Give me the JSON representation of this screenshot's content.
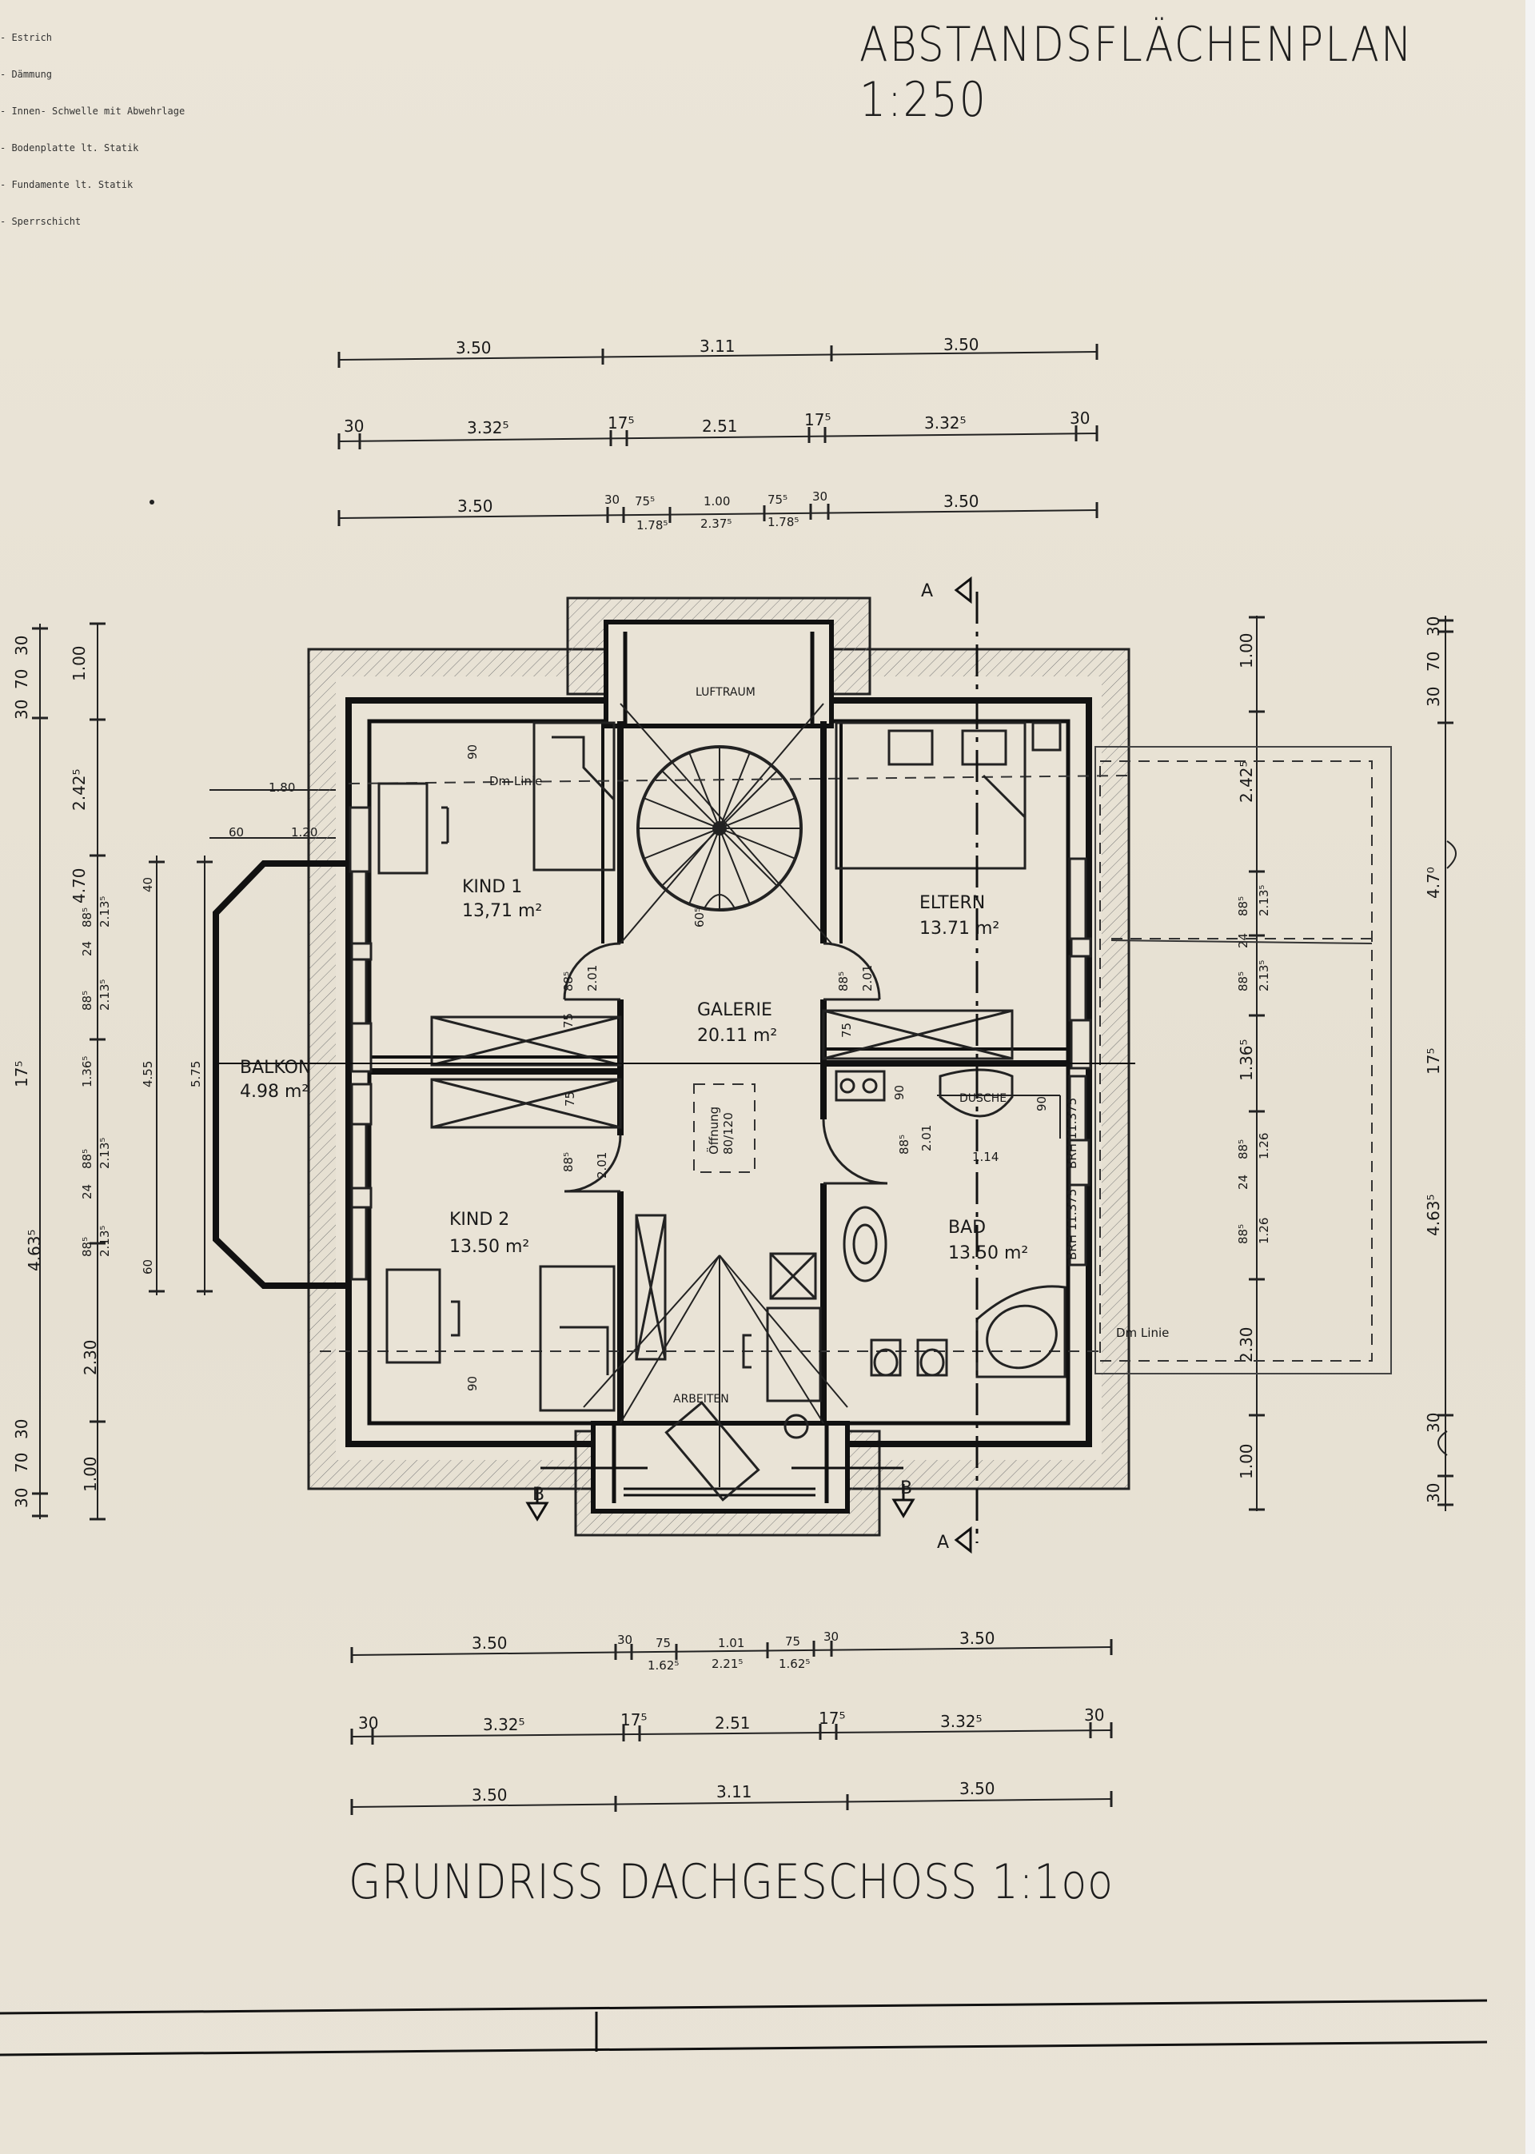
{
  "titles": {
    "top": "ABSTANDSFLÄCHENPLAN 1:250",
    "bottom": "GRUNDRISS DACHGESCHOSS 1:1oo"
  },
  "legend": [
    "- Estrich",
    "- Dämmung",
    "- Innen- Schwelle mit Abwehrlage",
    "- Bodenplatte lt. Statik",
    "- Fundamente lt. Statik",
    "- Sperrschicht"
  ],
  "rooms": {
    "kind1": {
      "name": "KIND 1",
      "area": "13,71 m²"
    },
    "kind2": {
      "name": "KIND 2",
      "area": "13.50 m²"
    },
    "eltern": {
      "name": "ELTERN",
      "area": "13.71 m²"
    },
    "bad": {
      "name": "BAD",
      "area": "13.50 m²"
    },
    "galerie": {
      "name": "GALERIE",
      "area": "20.11 m²"
    },
    "balkon": {
      "name": "BALKON",
      "area": "4.98 m²"
    },
    "luftraum": {
      "name": "LUFTRAUM"
    },
    "arbeiten": {
      "name": "ARBEITEN"
    },
    "dusche": {
      "name": "DUSCHE"
    }
  },
  "section_marks": {
    "a_top": "A",
    "a_bottom": "A",
    "b_left": "B",
    "b_right": "B"
  },
  "dims_top": {
    "row1": [
      "3.50",
      "3.11",
      "3.50"
    ],
    "row2": [
      "30",
      "3.32⁵",
      "17⁵",
      "2.51",
      "17⁵",
      "3.32⁵",
      "30"
    ],
    "row3": [
      "3.50",
      "30",
      "75⁵",
      "1.00",
      "75⁵",
      "30",
      "3.50"
    ],
    "row3_sub": [
      "1.78⁵",
      "2.37⁵",
      "1.78⁵"
    ]
  },
  "dims_bottom": {
    "row1": [
      "3.50",
      "30",
      "75",
      "1.01",
      "75",
      "30",
      "3.50"
    ],
    "row1_sub": [
      "1.62⁵",
      "2.21⁵",
      "1.62⁵"
    ],
    "row2": [
      "30",
      "3.32⁵",
      "17⁵",
      "2.51",
      "17⁵",
      "3.32⁵",
      "30"
    ],
    "row3": [
      "3.50",
      "3.11",
      "3.50"
    ]
  },
  "dims_left": {
    "outer": [
      "30",
      "70",
      "30",
      "17⁵",
      "30",
      "70",
      "30"
    ],
    "mid": [
      "1.00",
      "2.42⁵",
      "4.70",
      "4.63⁵",
      "2.30",
      "1.00"
    ],
    "inner": [
      "88⁵",
      "24",
      "88⁵",
      "1.36⁵",
      "88⁵",
      "24",
      "88⁵"
    ],
    "inner_sub": [
      "2.13⁵",
      "2.13⁵",
      "2.13⁵",
      "2.13⁵"
    ],
    "balkon": [
      "1.80",
      "60",
      "1.20",
      "40",
      "4.55",
      "5.75",
      "60"
    ]
  },
  "dims_right": {
    "inner": [
      "1.00",
      "2.42⁵",
      "88⁵",
      "24",
      "88⁵",
      "1.36⁵",
      "88⁵",
      "24",
      "88⁵",
      "2.30",
      "1.00"
    ],
    "inner_sub": [
      "2.13⁵",
      "2.13⁵",
      "1.26",
      "1.26"
    ],
    "outer": [
      "30",
      "70",
      "30",
      "4.7⁰",
      "17⁵",
      "4.63⁵",
      "30",
      "30"
    ]
  },
  "misc_labels": {
    "bed": "Dm Linie",
    "door_w": "88⁵",
    "door_h": "2.01",
    "wardrobe": "75",
    "stair_w": "60⁵",
    "bath_w": "1.14",
    "bath_h": "2.01",
    "shower": "90",
    "galerie_note1": "Öffnung",
    "galerie_note2": "80/120",
    "win_label": "BRH 11.375",
    "win_label2": "BRH 11.375",
    "dm_right": "Dm Linie",
    "bed_w": "90",
    "bed_w2": "90"
  }
}
